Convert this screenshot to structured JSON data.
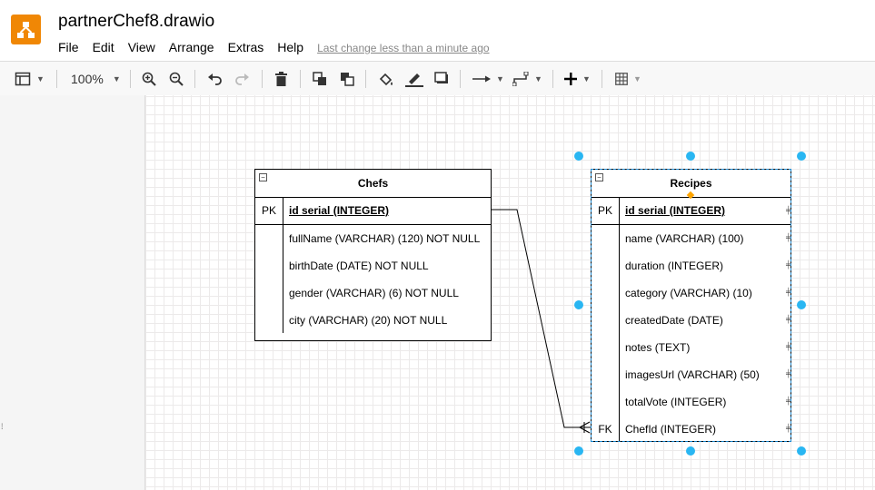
{
  "app": {
    "title": "partnerChef8.drawio",
    "menu": [
      "File",
      "Edit",
      "View",
      "Arrange",
      "Extras",
      "Help"
    ],
    "status": "Last change less than a minute ago"
  },
  "toolbar": {
    "zoom": "100%",
    "icons": [
      "format-panel-icon",
      "zoom-in-icon",
      "zoom-out-icon",
      "undo-icon",
      "redo-icon",
      "delete-icon",
      "to-front-icon",
      "to-back-icon",
      "fill-color-icon",
      "line-color-icon",
      "shadow-icon",
      "connection-icon",
      "waypoints-icon",
      "insert-icon",
      "table-icon"
    ]
  },
  "chefs": {
    "name": "Chefs",
    "pk_key": "PK",
    "pk_field": "id serial (INTEGER)",
    "fields": [
      "fullName (VARCHAR) (120) NOT NULL",
      "birthDate (DATE) NOT NULL",
      "gender (VARCHAR) (6) NOT NULL",
      "city (VARCHAR) (20) NOT NULL"
    ]
  },
  "recipes": {
    "name": "Recipes",
    "pk_key": "PK",
    "pk_field": "id serial (INTEGER)",
    "fields": [
      "name (VARCHAR) (100)",
      "duration (INTEGER)",
      "category (VARCHAR) (10)",
      "createdDate (DATE)",
      "notes (TEXT)",
      "imagesUrl (VARCHAR) (50)",
      "totalVote (INTEGER)"
    ],
    "fk_key": "FK",
    "fk_field": "ChefId (INTEGER)"
  },
  "colors": {
    "accent": "#f08705",
    "selection": "#29b6f2",
    "grid": "#eceaea"
  }
}
